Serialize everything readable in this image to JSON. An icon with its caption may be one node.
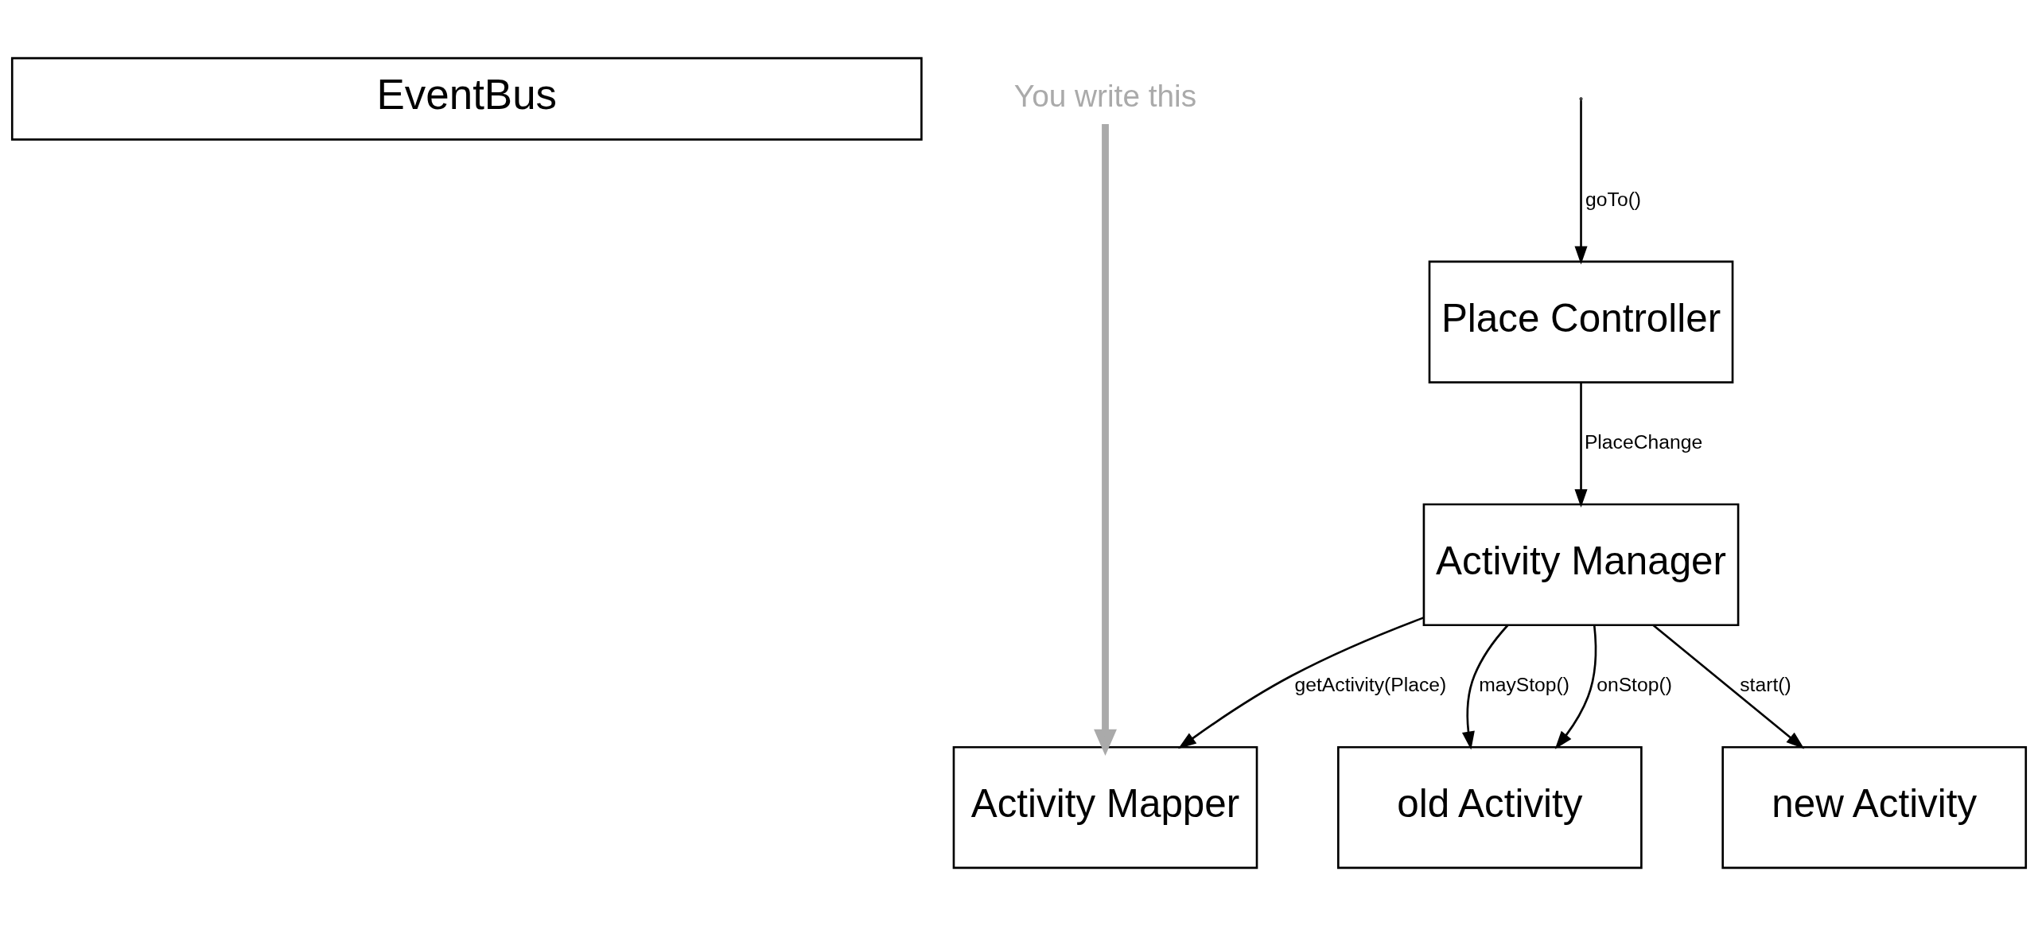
{
  "diagram": {
    "nodes": [
      {
        "text": [
          "EventBus"
        ]
      },
      {
        "text": [
          "Place Controller"
        ]
      },
      {
        "text": [
          "Activity Manager"
        ]
      },
      {
        "text": [
          "Activity Mapper"
        ]
      },
      {
        "text": [
          "old Activity"
        ]
      },
      {
        "text": [
          "new Activity"
        ]
      },
      {
        "text": [
          "You write this"
        ]
      }
    ],
    "edges": [
      {
        "from": null,
        "to": 1,
        "arrow": "to",
        "label": "goTo()"
      },
      {
        "from": 1,
        "to": 2,
        "arrow": "to",
        "label": "PlaceChange"
      },
      {
        "from": 2,
        "to": 3,
        "arrow": "to",
        "label": "getActivity(Place)"
      },
      {
        "from": 2,
        "to": 4,
        "arrow": "to",
        "label": "mayStop()"
      },
      {
        "from": 2,
        "to": 4,
        "arrow": "to",
        "label": "onStop()"
      },
      {
        "from": 2,
        "to": 5,
        "arrow": "to",
        "label": "start()"
      },
      {
        "from": 6,
        "to": 3,
        "arrow": "to",
        "style": "thick",
        "color": "#aaaaaa"
      }
    ]
  }
}
